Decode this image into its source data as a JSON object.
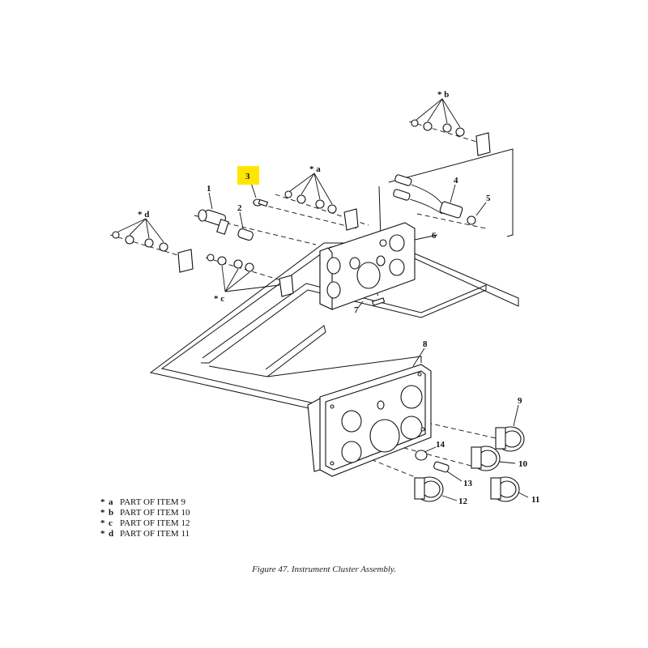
{
  "figure": {
    "caption": "Figure 47.  Instrument Cluster Assembly.",
    "highlight_color": "#ffe600"
  },
  "callouts": {
    "n1": "1",
    "n2": "2",
    "n3": "3",
    "n4": "4",
    "n5": "5",
    "n6": "6",
    "n7": "7",
    "n8": "8",
    "n9": "9",
    "n10": "10",
    "n11": "11",
    "n12": "12",
    "n13": "13",
    "n14": "14",
    "a": "* a",
    "b": "* b",
    "c": "* c",
    "d": "* d"
  },
  "legend": [
    {
      "star": "*",
      "key": "a",
      "text": "PART OF ITEM  9"
    },
    {
      "star": "*",
      "key": "b",
      "text": "PART OF ITEM 10"
    },
    {
      "star": "*",
      "key": "c",
      "text": "PART OF ITEM 12"
    },
    {
      "star": "*",
      "key": "d",
      "text": "PART OF ITEM 11"
    }
  ]
}
